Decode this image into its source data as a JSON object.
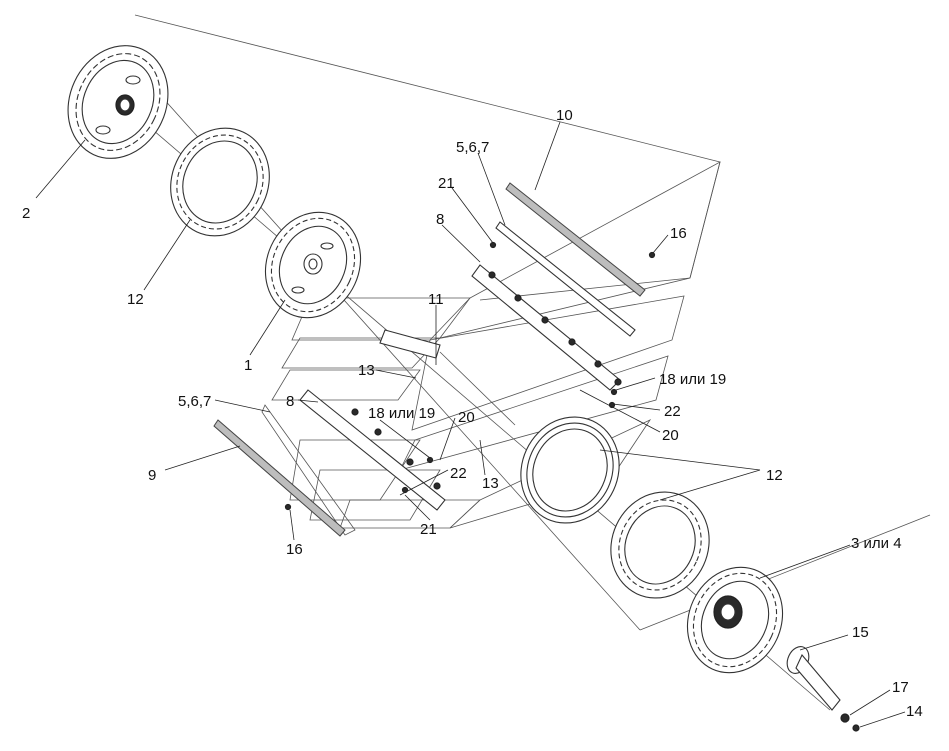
{
  "labels": {
    "l2": "2",
    "l12a": "12",
    "l1": "1",
    "l11": "11",
    "l13a": "13",
    "l567a": "5,6,7",
    "l8a": "8",
    "l1819a": "18 или 19",
    "l20a": "20",
    "l9": "9",
    "l22a": "22",
    "l16a": "16",
    "l21a": "21",
    "l13b": "13",
    "l10": "10",
    "l567b": "5,6,7",
    "l21b": "21",
    "l8b": "8",
    "l16b": "16",
    "l1819b": "18 или 19",
    "l22b": "22",
    "l20b": "20",
    "l12b": "12",
    "l3or4": "3 или 4",
    "l15": "15",
    "l17": "17",
    "l14": "14"
  }
}
